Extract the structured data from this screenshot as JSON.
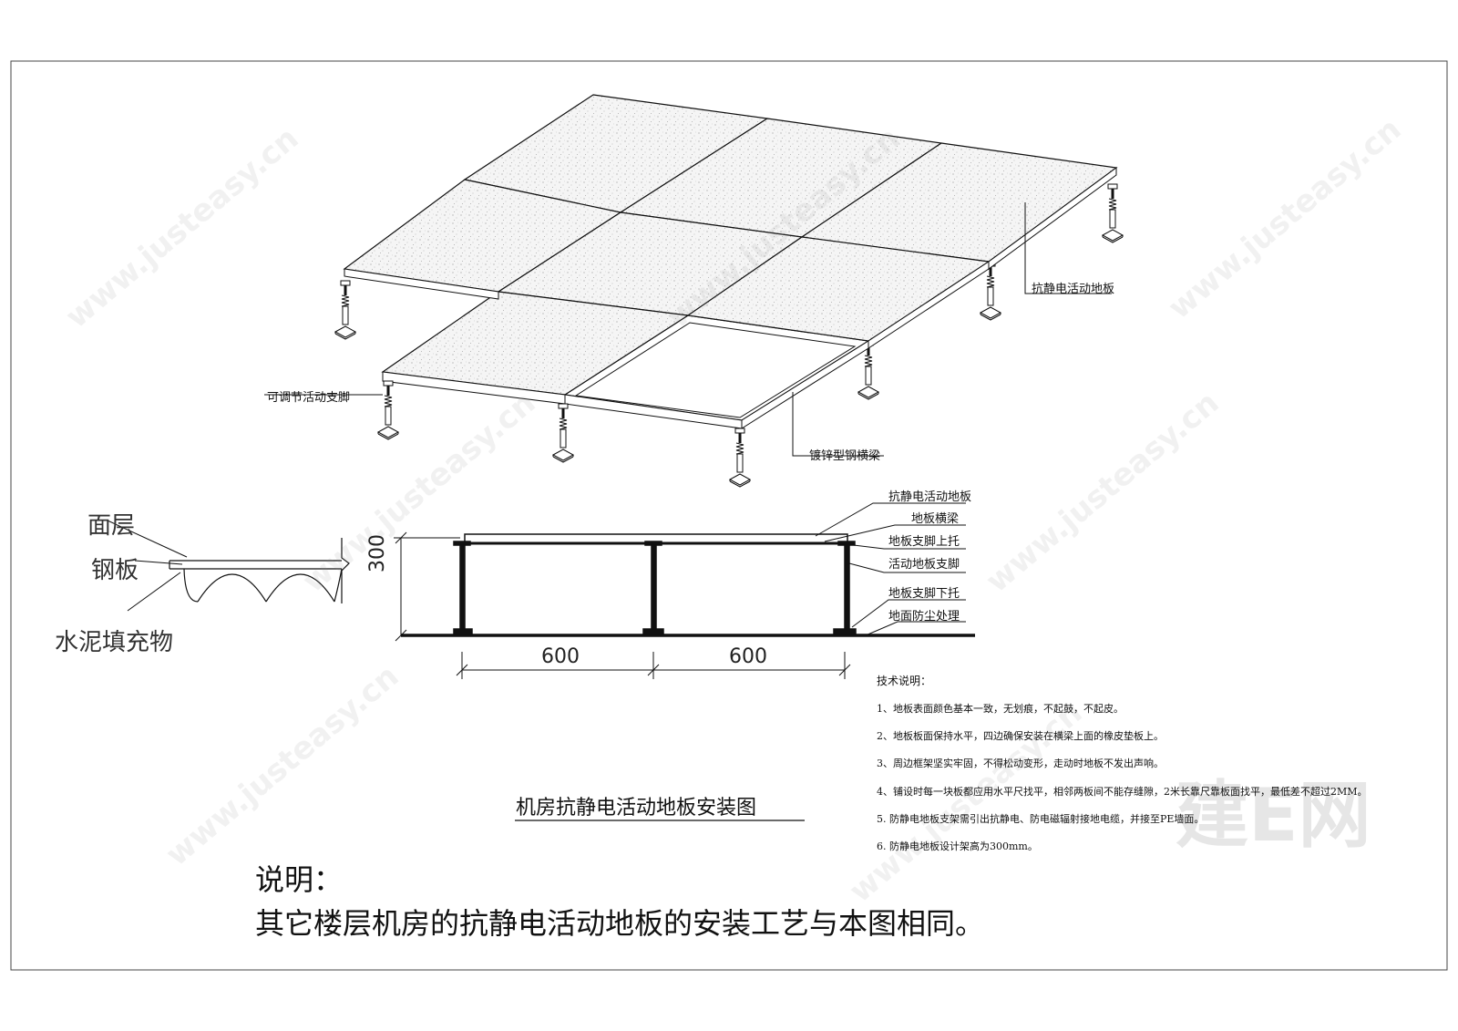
{
  "labels": {
    "floor_panel_iso": "抗静电活动地板",
    "pedestal_iso": "可调节活动支脚",
    "stringer_iso": "镀锌型钢横梁",
    "layer_face": "面层",
    "layer_steel": "钢板",
    "layer_cement": "水泥填充物",
    "callout_panel": "抗静电活动地板",
    "callout_stringer": "地板横梁",
    "callout_head": "地板支脚上托",
    "callout_pedestal": "活动地板支脚",
    "callout_base": "地板支脚下托",
    "callout_floor": "地面防尘处理",
    "dim_height": "300",
    "dim_width_1": "600",
    "dim_width_2": "600"
  },
  "notes": {
    "title": "技术说明：",
    "items": [
      "1、地板表面颜色基本一致，无划痕，不起鼓，不起皮。",
      "2、地板板面保持水平，四边确保安装在横梁上面的橡皮垫板上。",
      "3、周边框架坚实牢固，不得松动变形，走动时地板不发出声响。",
      "4、铺设时每一块板都应用水平尺找平，相邻两板间不能存缝隙，2米长靠尺靠板面找平，最低差不超过2MM。",
      "5. 防静电地板支架需引出抗静电、防电磁辐射接地电缆，并接至PE墙面。",
      "6. 防静电地板设计架高为300mm。"
    ]
  },
  "drawing_title": "机房抗静电活动地板安装图",
  "explanation": {
    "heading": "说明：",
    "body": "其它楼层机房的抗静电活动地板的安装工艺与本图相同。"
  },
  "watermark": {
    "url": "www.justeasy.cn",
    "brand": "建E网"
  },
  "colors": {
    "line": "#111111",
    "panel_fill": "#f3f3f3",
    "watermark": "#969696"
  }
}
